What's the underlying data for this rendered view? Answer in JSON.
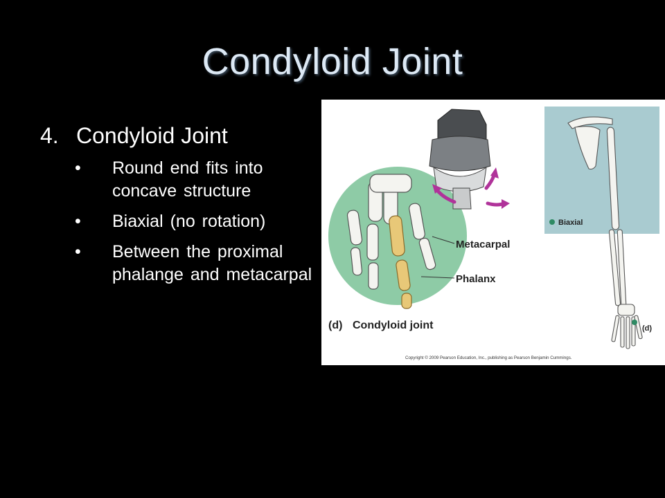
{
  "slide": {
    "title": "Condyloid Joint",
    "heading_number": "4.",
    "heading_text": "Condyloid Joint",
    "bullets": [
      "Round end fits into concave structure",
      "Biaxial (no rotation)",
      "Between the proximal phalange and metacarpal"
    ]
  },
  "figure": {
    "label_metacarpal": "Metacarpal",
    "label_phalanx": "Phalanx",
    "label_biaxial": "Biaxial",
    "caption_letter": "(d)",
    "caption_text": "Condyloid joint",
    "marker_label": "(d)",
    "copyright": "Copyright © 2009 Pearson Education, Inc., publishing as Pearson Benjamin Cummings.",
    "colors": {
      "circle_bg": "#8ecba6",
      "panel_bg": "#a9cbd0",
      "arrow": "#b0339a",
      "highlight_bone": "#e8c878",
      "biaxial_dot": "#2e8a63"
    }
  }
}
